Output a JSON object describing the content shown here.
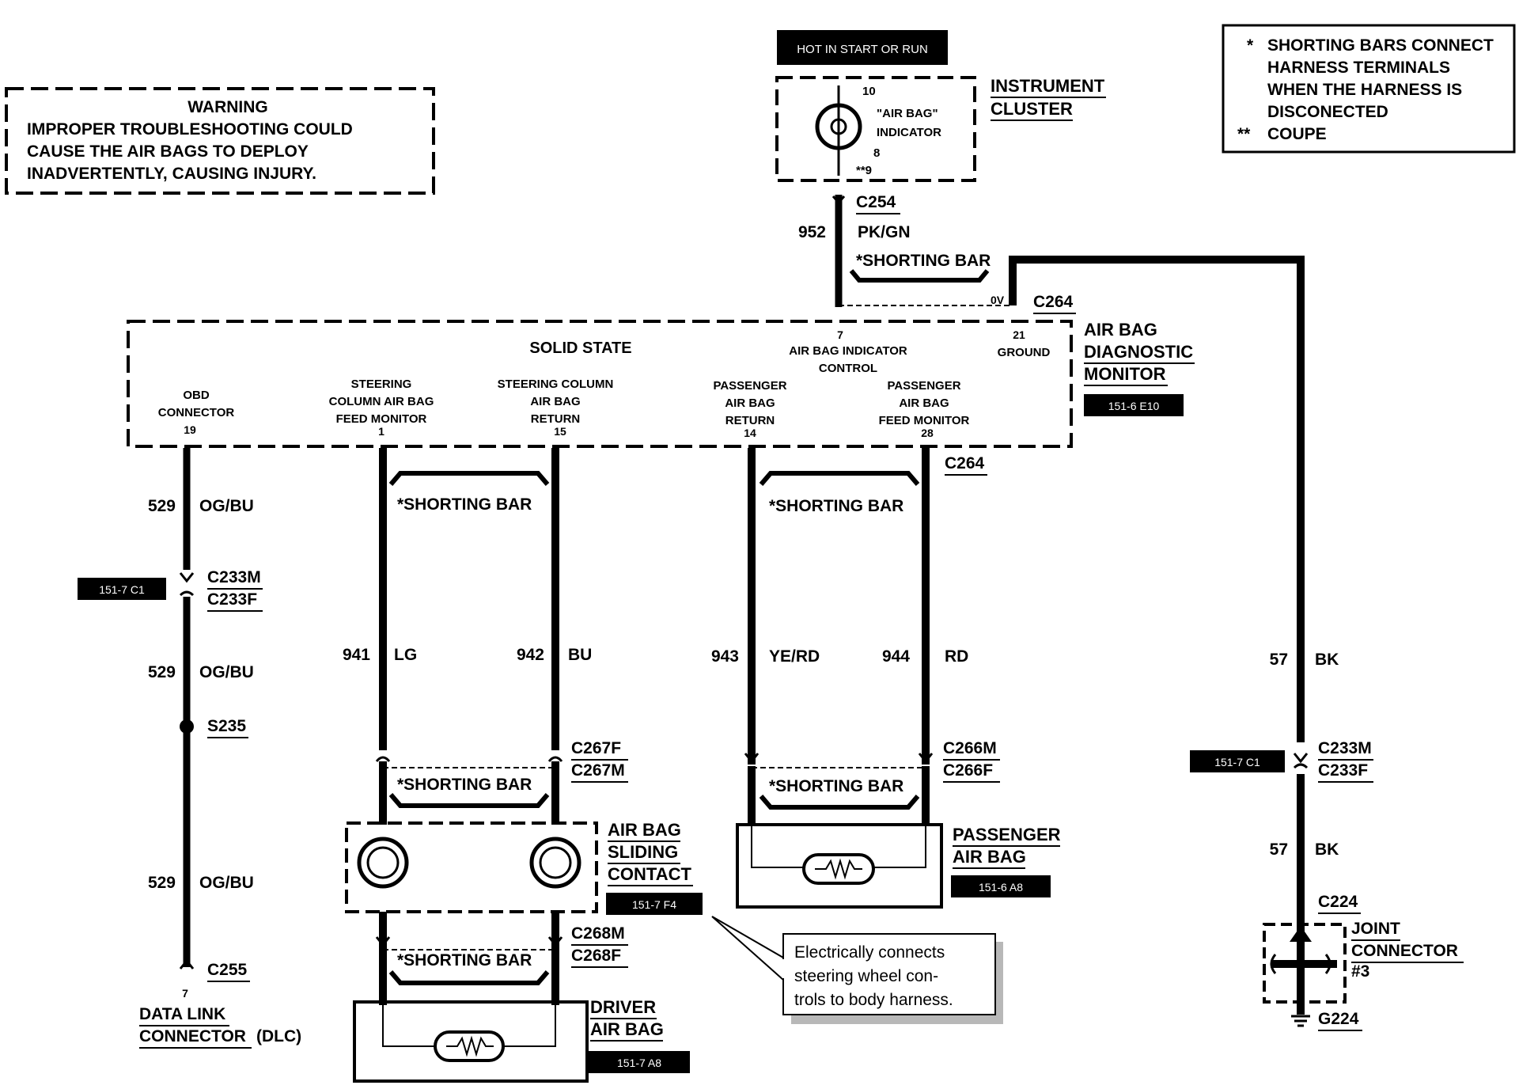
{
  "warning": {
    "title": "WARNING",
    "lines": [
      "IMPROPER TROUBLESHOOTING COULD",
      "CAUSE THE AIR BAGS TO DEPLOY",
      "INADVERTENTLY, CAUSING INJURY."
    ]
  },
  "notes": {
    "l1_mark": "*",
    "l1": "SHORTING BARS CONNECT",
    "l2": "HARNESS TERMINALS",
    "l3": "WHEN THE HARNESS IS",
    "l4": "DISCONECTED",
    "l5_mark": "**",
    "l5": "COUPE"
  },
  "cluster": {
    "hot_label": "HOT IN START OR RUN",
    "name1": "INSTRUMENT",
    "name2": "CLUSTER",
    "pin_top": "10",
    "indicator1": "\"AIR BAG\"",
    "indicator2": "INDICATOR",
    "pin_8": "8",
    "pin_9": "**9"
  },
  "wire952": {
    "connector": "C254",
    "number": "952",
    "color": "PK/GN"
  },
  "shorting_bar_label": "*SHORTING BAR",
  "c264": {
    "top": "C264",
    "lower": "C264",
    "zero_v": "0V"
  },
  "module": {
    "name1": "AIR BAG",
    "name2": "DIAGNOSTIC",
    "name3": "MONITOR",
    "ref": "151-6 E10",
    "solid_state": "SOLID STATE",
    "pin7_num": "7",
    "pin7_l1": "AIR BAG INDICATOR",
    "pin7_l2": "CONTROL",
    "pin21_num": "21",
    "pin21_label": "GROUND",
    "obd_l1": "OBD",
    "obd_l2": "CONNECTOR",
    "obd_num": "19",
    "scfm_l1": "STEERING",
    "scfm_l2": "COLUMN AIR BAG",
    "scfm_l3": "FEED MONITOR",
    "scfm_num": "1",
    "scr_l1": "STEERING  COLUMN",
    "scr_l2": "AIR BAG",
    "scr_l3": "RETURN",
    "scr_num": "15",
    "par_l1": "PASSENGER",
    "par_l2": "AIR BAG",
    "par_l3": "RETURN",
    "par_num": "14",
    "pafm_l1": "PASSENGER",
    "pafm_l2": "AIR BAG",
    "pafm_l3": "FEED  MONITOR",
    "pafm_num": "28"
  },
  "obd_circuit": {
    "w1_num": "529",
    "w1_color": "OG/BU",
    "ref": "151-7 C1",
    "conn_m": "C233M",
    "conn_f": "C233F",
    "w2_num": "529",
    "w2_color": "OG/BU",
    "splice": "S235",
    "w3_num": "529",
    "w3_color": "OG/BU",
    "conn_bottom": "C255",
    "pin": "7",
    "dlc1": "DATA LINK",
    "dlc2": "CONNECTOR",
    "dlc3": "(DLC)"
  },
  "driver_circuit": {
    "w941": "941",
    "c941": "LG",
    "w942": "942",
    "c942": "BU",
    "c267f": "C267F",
    "c267m": "C267M",
    "sliding1": "AIR BAG",
    "sliding2": "SLIDING",
    "sliding3": "CONTACT",
    "sliding_ref": "151-7 F4",
    "c268m": "C268M",
    "c268f": "C268F",
    "driver1": "DRIVER",
    "driver2": "AIR BAG",
    "driver_ref": "151-7 A8"
  },
  "passenger_circuit": {
    "w943": "943",
    "c943": "YE/RD",
    "w944": "944",
    "c944": "RD",
    "c266m": "C266M",
    "c266f": "C266F",
    "name1": "PASSENGER",
    "name2": "AIR BAG",
    "ref": "151-6 A8"
  },
  "callout": {
    "l1": "Electrically connects",
    "l2": "steering wheel con-",
    "l3": "trols to body harness."
  },
  "ground_circuit": {
    "w1_num": "57",
    "w1_color": "BK",
    "ref": "151-7 C1",
    "conn_m": "C233M",
    "conn_f": "C233F",
    "w2_num": "57",
    "w2_color": "BK",
    "c224": "C224",
    "joint1": "JOINT",
    "joint2": "CONNECTOR",
    "joint3": "#3",
    "g224": "G224"
  }
}
